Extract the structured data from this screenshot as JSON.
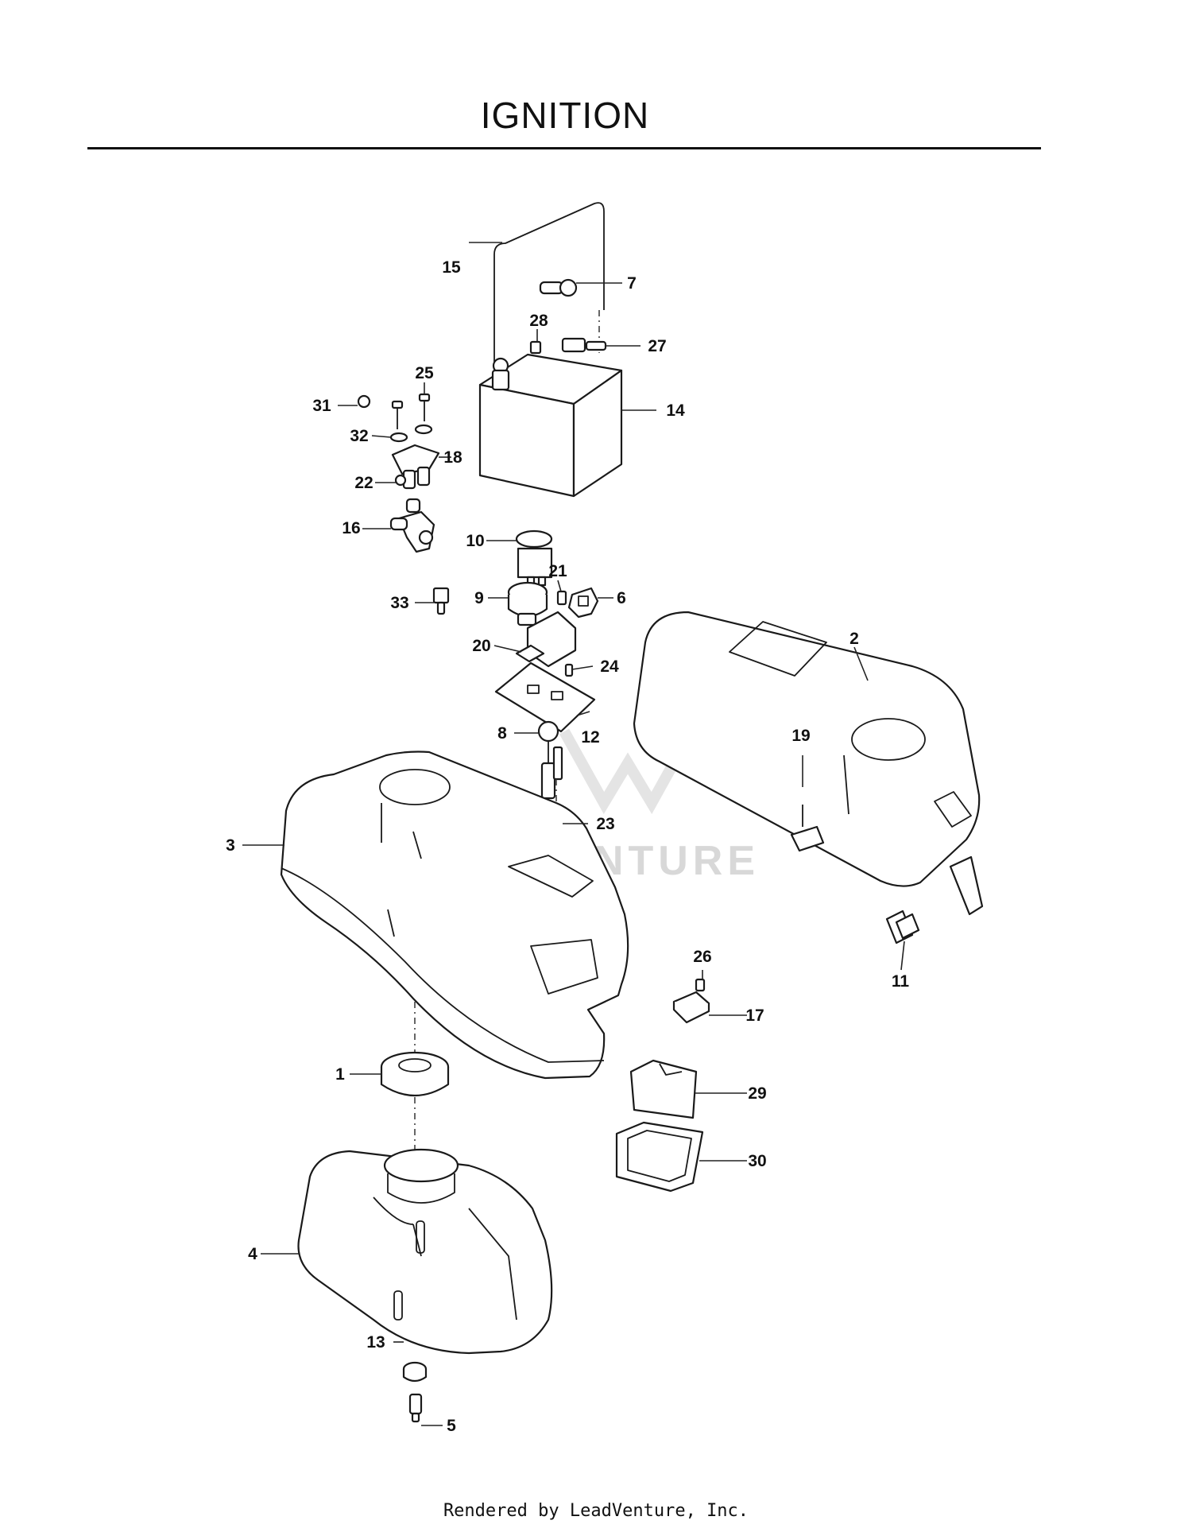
{
  "header": {
    "title": "IGNITION"
  },
  "footer": {
    "credit": "Rendered by LeadVenture, Inc."
  },
  "callouts": [
    "1",
    "2",
    "3",
    "4",
    "5",
    "6",
    "7",
    "8",
    "9",
    "10",
    "11",
    "12",
    "13",
    "14",
    "15",
    "16",
    "17",
    "18",
    "19",
    "20",
    "21",
    "22",
    "23",
    "24",
    "25",
    "26",
    "27",
    "28",
    "29",
    "30",
    "31",
    "32",
    "33"
  ],
  "watermark": {
    "text": "LEADVENTURE"
  }
}
